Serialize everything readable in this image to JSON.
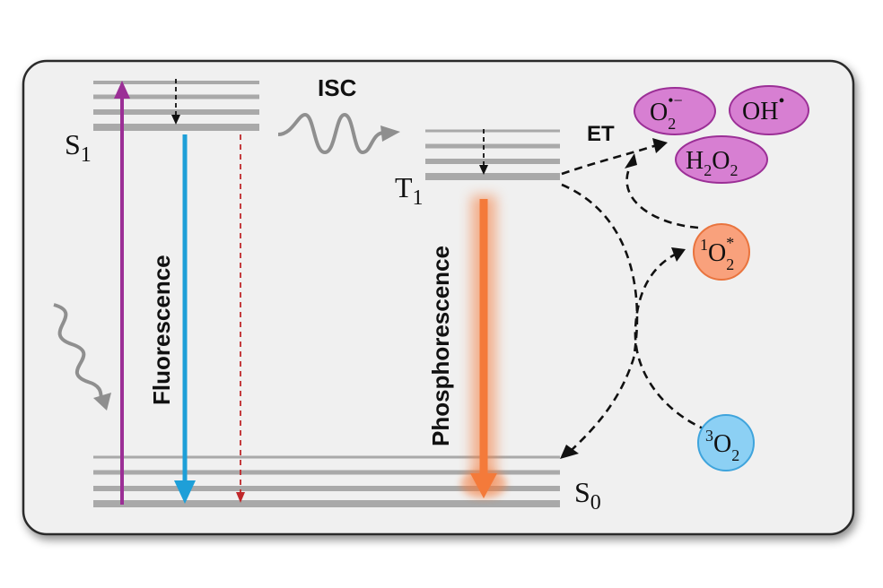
{
  "colors": {
    "panel_fill": "#f0f0f0",
    "panel_stroke": "#2a2a2a",
    "level_line": "#a9a9a9",
    "excitation": "#9b2f96",
    "fluorescence": "#1e9fd8",
    "nonradiative": "#c0282b",
    "phosphorescence": "#f47a3a",
    "wavy": "#8f8f8f",
    "ros_fill": "#d77fd2",
    "ros_stroke": "#9b2f96",
    "singlet_o2_fill": "#f9a17c",
    "singlet_o2_stroke": "#e9743e",
    "triplet_o2_fill": "#8cd0f4",
    "triplet_o2_stroke": "#3fa4dc"
  },
  "states": {
    "s1": "S",
    "s1_sub": "1",
    "t1": "T",
    "t1_sub": "1",
    "s0": "S",
    "s0_sub": "0"
  },
  "processes": {
    "isc": "ISC",
    "et": "ET",
    "fluorescence": "Fluorescence",
    "phosphorescence": "Phosphorescence"
  },
  "species": {
    "superoxide": {
      "base": "O",
      "sub": "2",
      "sup": "•−"
    },
    "hydroxyl": {
      "base": "OH",
      "sup": "•"
    },
    "peroxide": {
      "part1": "H",
      "sub1": "2",
      "part2": "O",
      "sub2": "2"
    },
    "singlet_oxygen": {
      "pre": "1",
      "base": "O",
      "sub": "2",
      "sup": "*"
    },
    "triplet_oxygen": {
      "pre": "3",
      "base": "O",
      "sub": "2"
    }
  }
}
